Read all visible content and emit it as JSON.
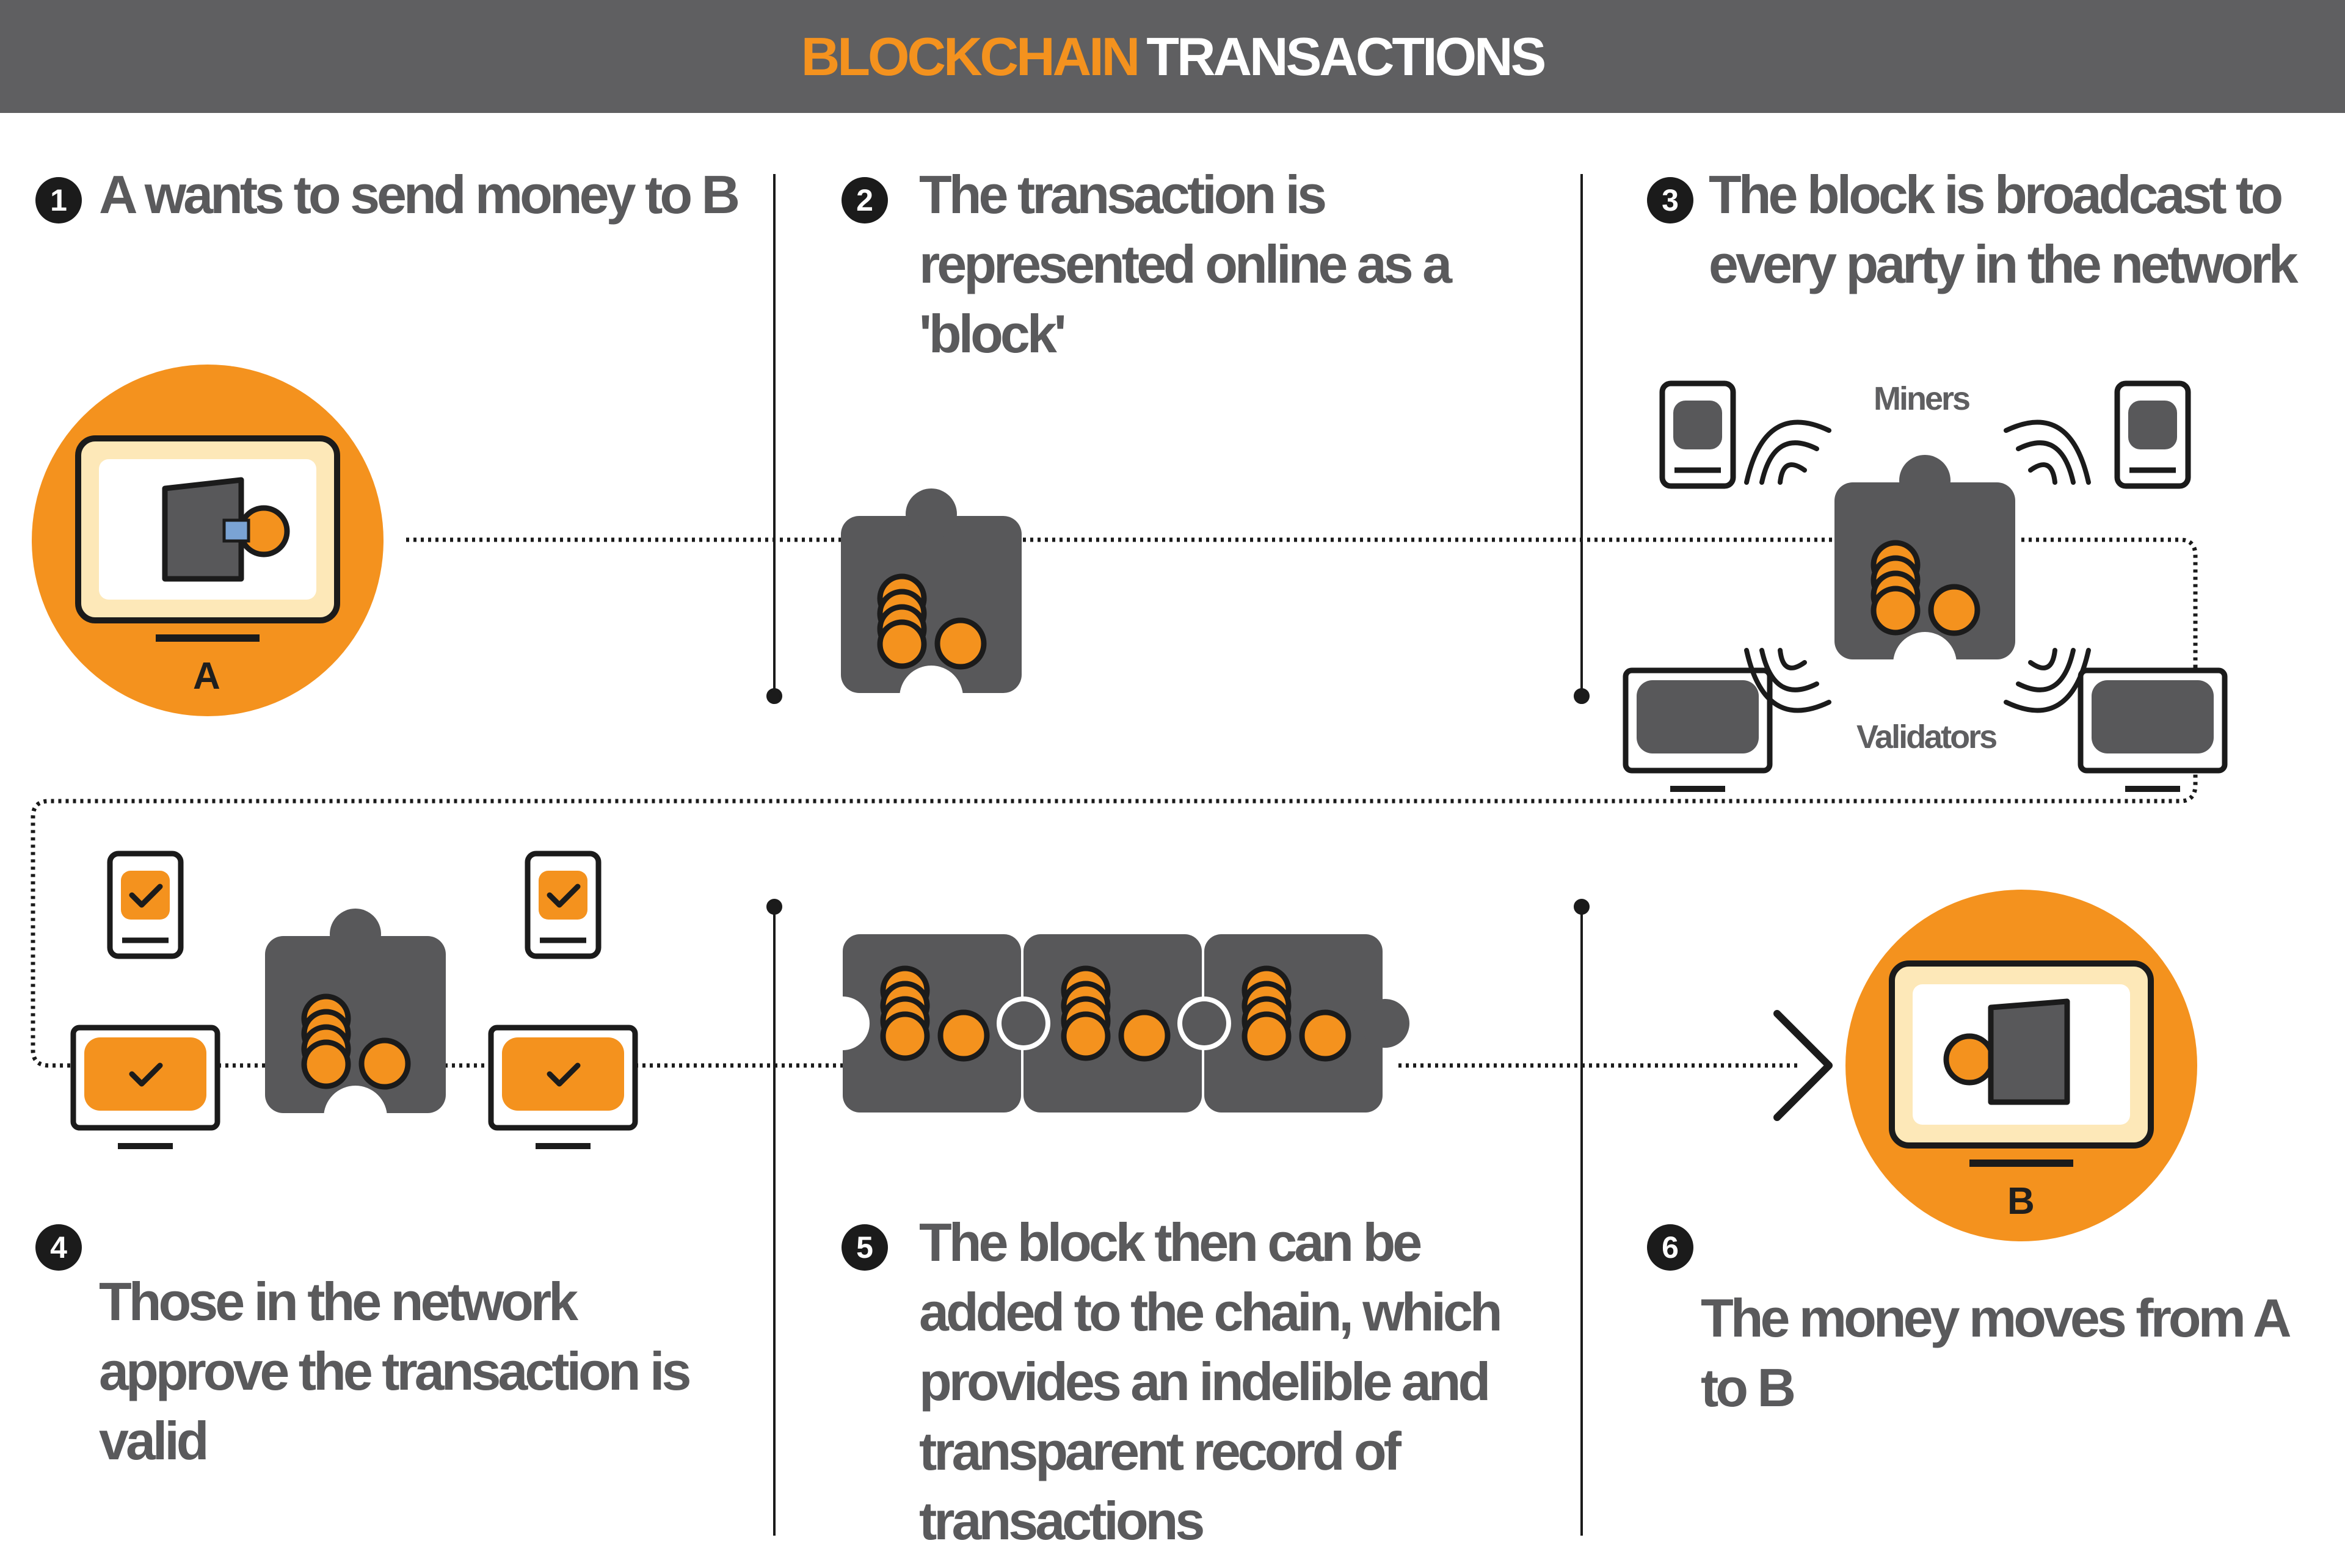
{
  "header": {
    "title_highlight": "BLOCKCHAIN",
    "title_rest": "TRANSACTIONS"
  },
  "steps": [
    {
      "number": "1",
      "text": "A wants to send money to B"
    },
    {
      "number": "2",
      "text": "The transaction is represented online as a 'block'"
    },
    {
      "number": "3",
      "text": "The block is broadcast to every party in the network"
    },
    {
      "number": "4",
      "text": "Those in the network approve the transaction is valid"
    },
    {
      "number": "5",
      "text": "The block then can be added to the chain, which provides an indelible and transparent record of transactions"
    },
    {
      "number": "6",
      "text": "The money moves from A to B"
    }
  ],
  "labels": {
    "device_a": "A",
    "device_b": "B",
    "miners": "Miners",
    "validators": "Validators"
  },
  "colors": {
    "orange": "#f4921e",
    "dark_gray": "#5f5f61",
    "block_gray": "#58585a",
    "text_gray": "#5a5a5c"
  },
  "icons": [
    "wallet-icon",
    "coin-stack-icon",
    "puzzle-block-icon",
    "phone-icon",
    "monitor-icon",
    "signal-waves-icon",
    "checkmark-icon",
    "chevron-right-icon"
  ]
}
